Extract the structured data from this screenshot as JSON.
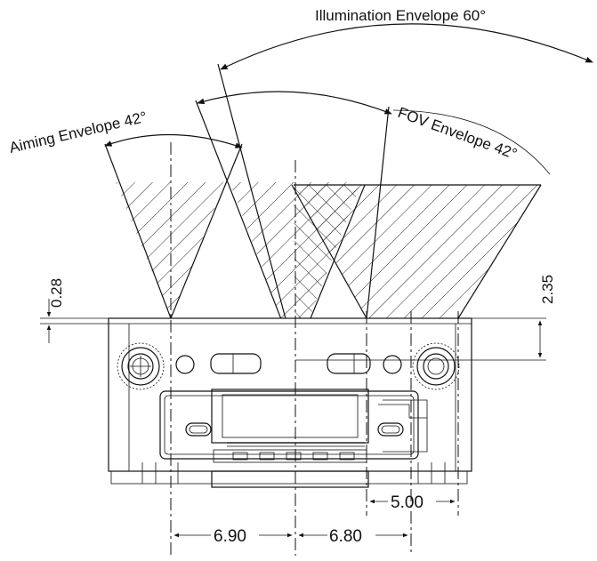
{
  "envelopes": {
    "illumination": "Illumination Envelope 60°",
    "aiming": "Aiming Envelope 42°",
    "fov": "FOV Envelope 42°"
  },
  "dimensions": {
    "offset_left": "0.28",
    "offset_right": "2.35",
    "spacing_left": "6.90",
    "spacing_right": "6.80",
    "spacing_edge": "5.00"
  }
}
